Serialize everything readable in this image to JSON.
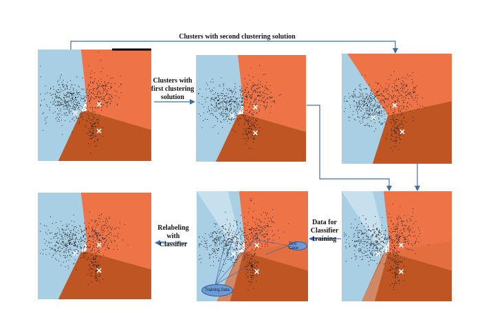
{
  "labels": {
    "top_arrow": "Clusters with second clustering solution",
    "first_line1": "Clusters with",
    "first_line2": "first clustering",
    "first_line3": "solution",
    "data_line1": "Data for",
    "data_line2": "Classifier",
    "data_line3": "training",
    "relabel_line1": "Relabeling",
    "relabel_line2": "with",
    "relabel_line3": "Classifier",
    "test_case": "Test Case",
    "training_data": "Training Data"
  },
  "colors": {
    "light_blue": "#a9cfe4",
    "light_orange": "#ee7448",
    "dark_orange": "#be5523",
    "arrow": "#3b6cb0",
    "dots": "#1a1a1a",
    "marker": "#ffffff"
  },
  "panels": [
    {
      "name": "panel-top-left",
      "style": "first"
    },
    {
      "name": "panel-top-middle",
      "style": "first"
    },
    {
      "name": "panel-top-right",
      "style": "second"
    },
    {
      "name": "panel-bottom-left",
      "style": "first"
    },
    {
      "name": "panel-bottom-middle",
      "style": "overlay"
    },
    {
      "name": "panel-bottom-right",
      "style": "overlay"
    }
  ]
}
